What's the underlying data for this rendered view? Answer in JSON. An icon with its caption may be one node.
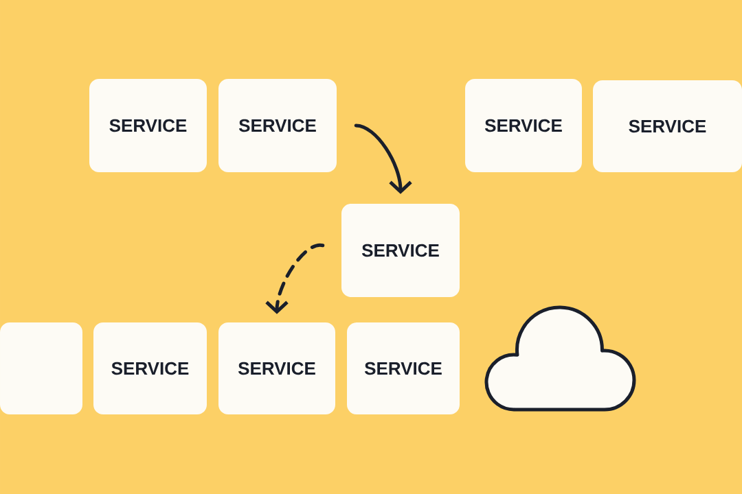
{
  "diagram": {
    "nodes": [
      {
        "text": [
          "SERVICE"
        ]
      },
      {
        "text": [
          "SERVICE"
        ]
      },
      {
        "text": [
          "SERVICE"
        ]
      },
      {
        "text": [
          "SERVICE"
        ]
      },
      {
        "text": [
          "SERVICE"
        ]
      },
      {
        "text": [],
        "shape": "box"
      },
      {
        "text": [
          "SERVICE"
        ]
      },
      {
        "text": [
          "SERVICE"
        ]
      },
      {
        "text": [
          "SERVICE"
        ]
      },
      {
        "text": [],
        "shape": "cloud"
      }
    ],
    "edges": [
      {
        "from": 1,
        "to": 4,
        "arrow": "to"
      },
      {
        "from": 4,
        "to": 7,
        "arrow": "to",
        "style": "dashed"
      }
    ]
  }
}
